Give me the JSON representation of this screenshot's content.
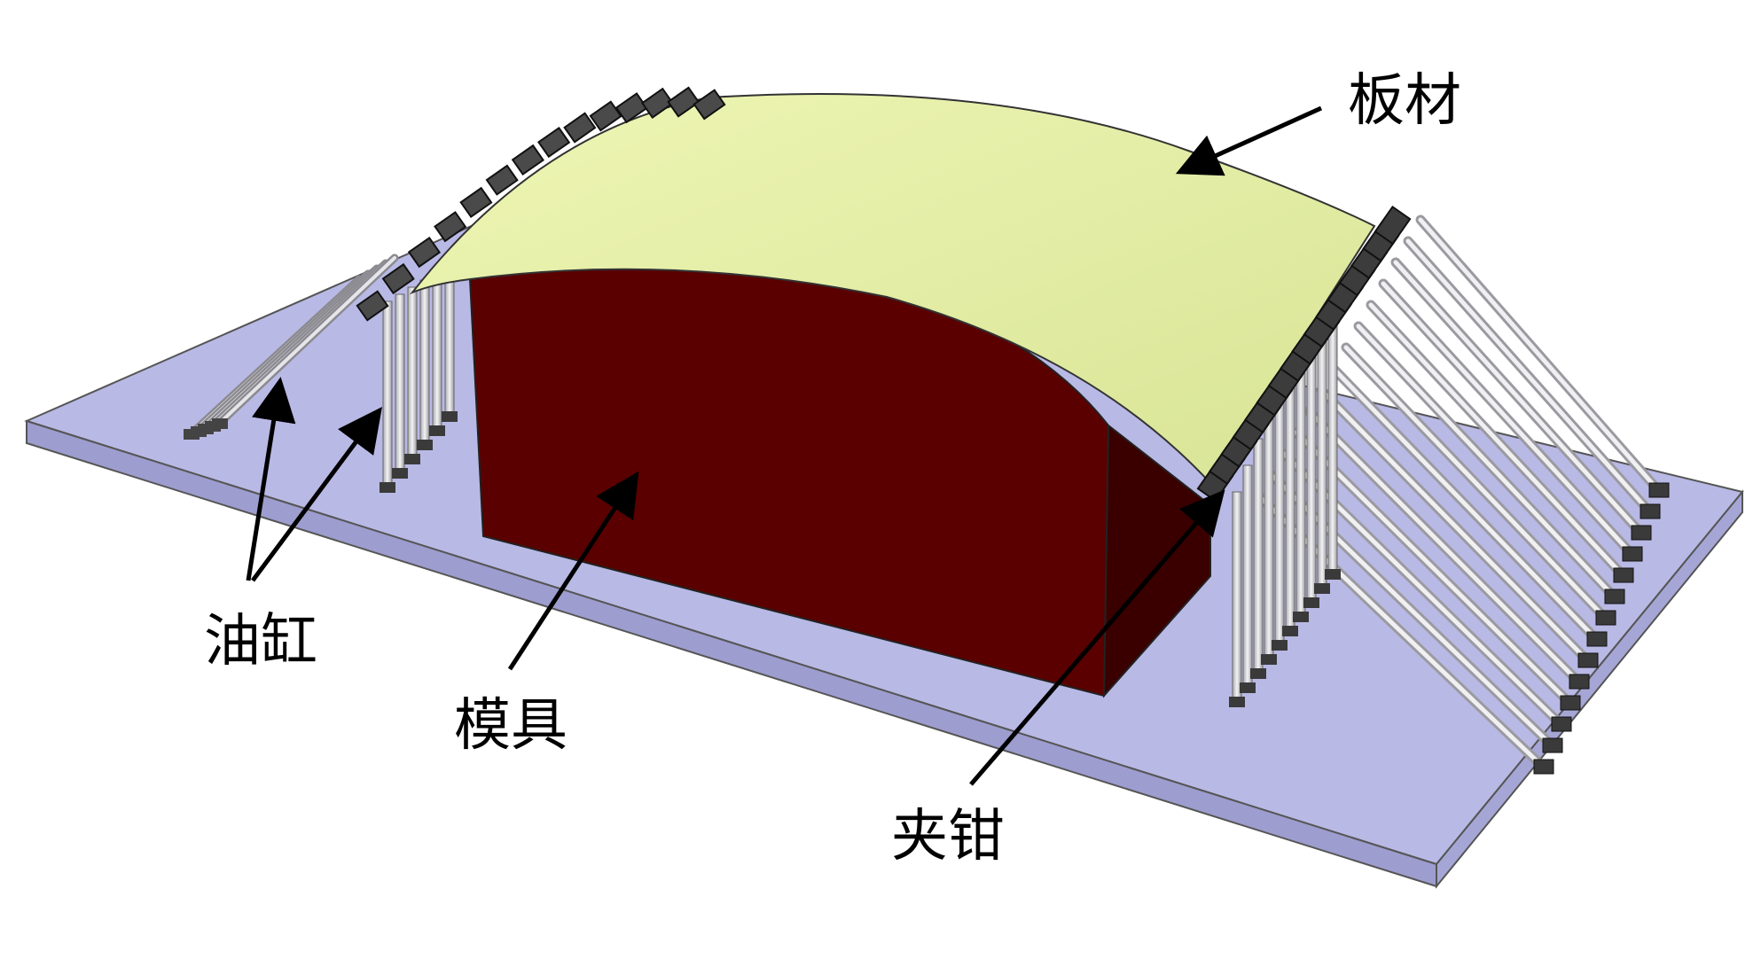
{
  "labels": {
    "sheet": "板材",
    "cylinder": "油缸",
    "die": "模具",
    "clamp": "夹钳"
  },
  "colors": {
    "base_plate": "#b9b9e6",
    "base_edge": "#8a8ac0",
    "die_front": "#5a0000",
    "die_side": "#3a0000",
    "sheet": "#e6f0a6",
    "rod": "#d8d8dc",
    "clamp": "#3c3c3c"
  }
}
